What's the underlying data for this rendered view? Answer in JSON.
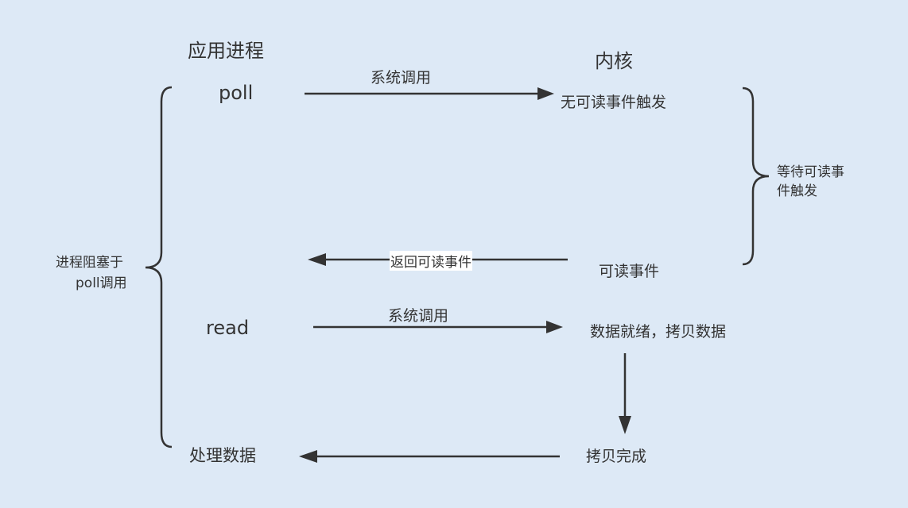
{
  "headers": {
    "app_process": "应用进程",
    "kernel": "内核"
  },
  "process": {
    "poll": "poll",
    "read": "read",
    "process_data": "处理数据"
  },
  "kernel": {
    "no_readable_event": "无可读事件触发",
    "readable_event": "可读事件",
    "data_ready": "数据就绪，拷贝数据",
    "copy_done": "拷贝完成"
  },
  "arrows": {
    "syscall_1": "系统调用",
    "return_readable": "返回可读事件",
    "syscall_2": "系统调用"
  },
  "braces": {
    "left_note_line1": "进程阻塞于",
    "left_note_line2": "poll调用",
    "right_note_line1": "等待可读事",
    "right_note_line2": "件触发"
  },
  "colors": {
    "background": "#dde9f6",
    "stroke": "#333333"
  }
}
